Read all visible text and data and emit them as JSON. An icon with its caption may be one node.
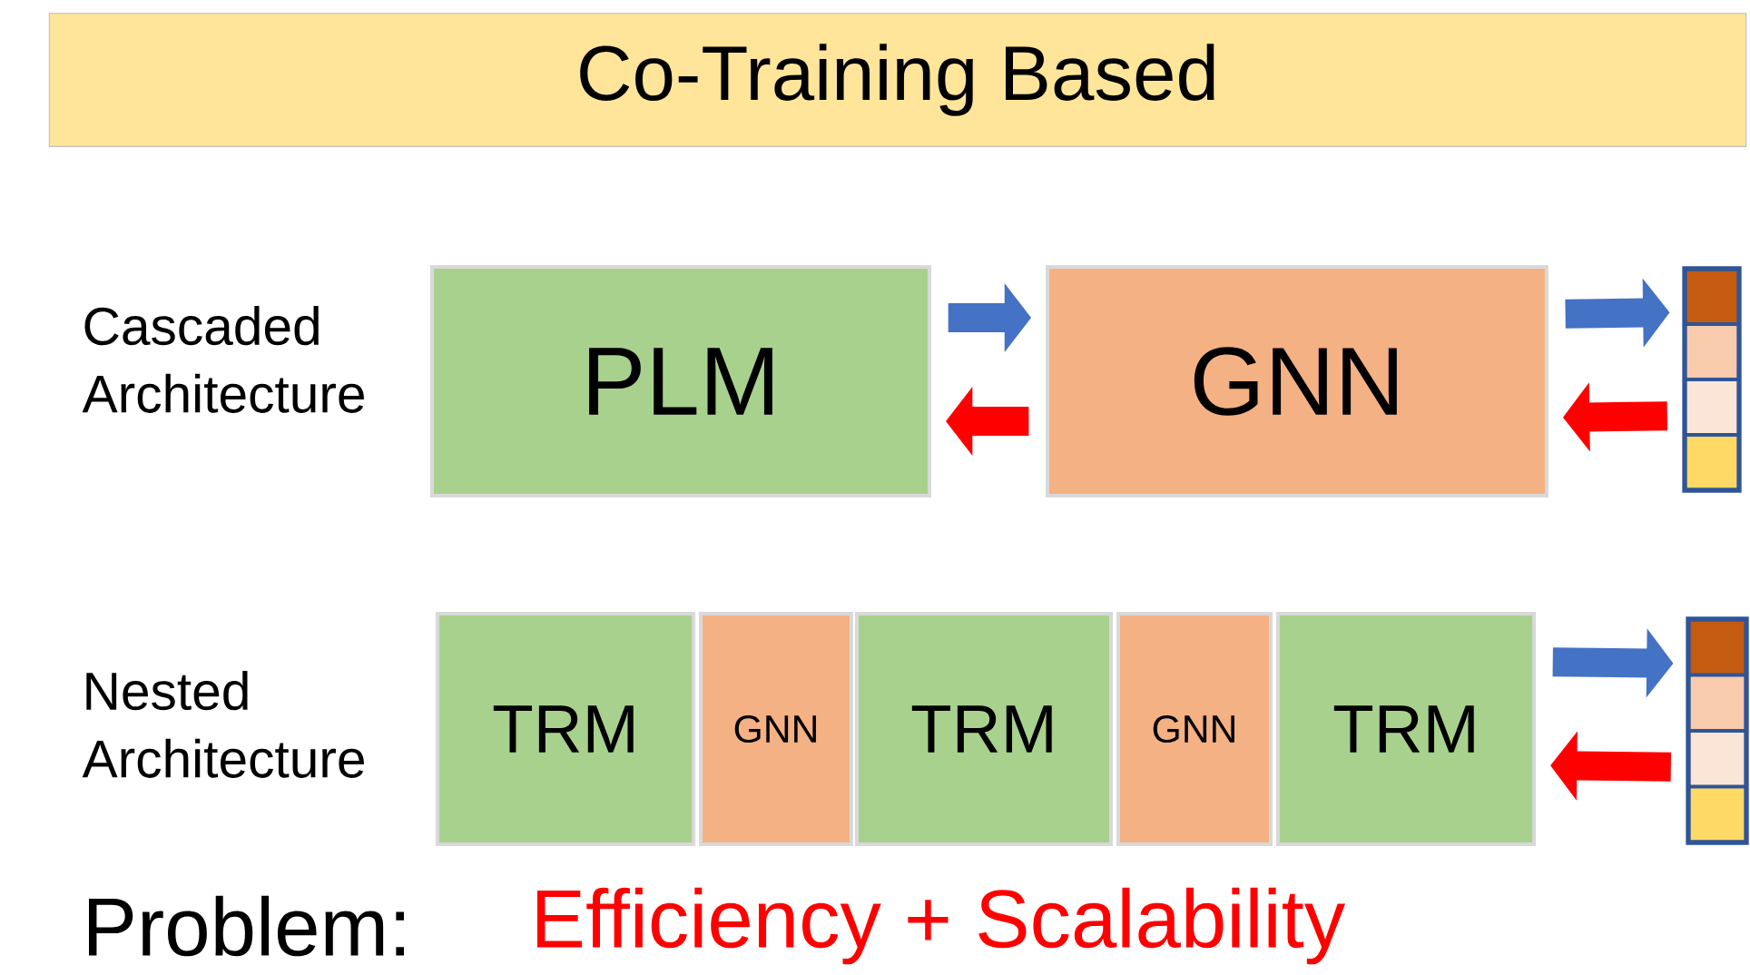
{
  "diagram": {
    "title": "Co-Training Based",
    "nodes": [
      {
        "text": [
          "PLM"
        ]
      },
      {
        "text": [
          "GNN"
        ]
      },
      {
        "text": [],
        "shape": "bar"
      },
      {
        "text": [
          "TRM"
        ]
      },
      {
        "text": [
          "GNN"
        ]
      },
      {
        "text": [
          "TRM"
        ]
      },
      {
        "text": [
          "GNN"
        ]
      },
      {
        "text": [
          "TRM"
        ]
      },
      {
        "text": [],
        "shape": "bar"
      }
    ],
    "edges": [
      {
        "from": 0,
        "to": 1,
        "arrow": "to",
        "color": "#4472c4"
      },
      {
        "from": 1,
        "to": 0,
        "arrow": "to",
        "color": "#ff0000"
      },
      {
        "from": 1,
        "to": 2,
        "arrow": "to",
        "color": "#4472c4"
      },
      {
        "from": 2,
        "to": 1,
        "arrow": "to",
        "color": "#ff0000"
      },
      {
        "from": 7,
        "to": 8,
        "arrow": "to",
        "color": "#4472c4"
      },
      {
        "from": 8,
        "to": 7,
        "arrow": "to",
        "color": "#ff0000"
      }
    ],
    "labels": [
      "Cascaded Architecture",
      "Nested Architecture",
      "Problem:",
      "Efficiency + Scalability"
    ]
  }
}
